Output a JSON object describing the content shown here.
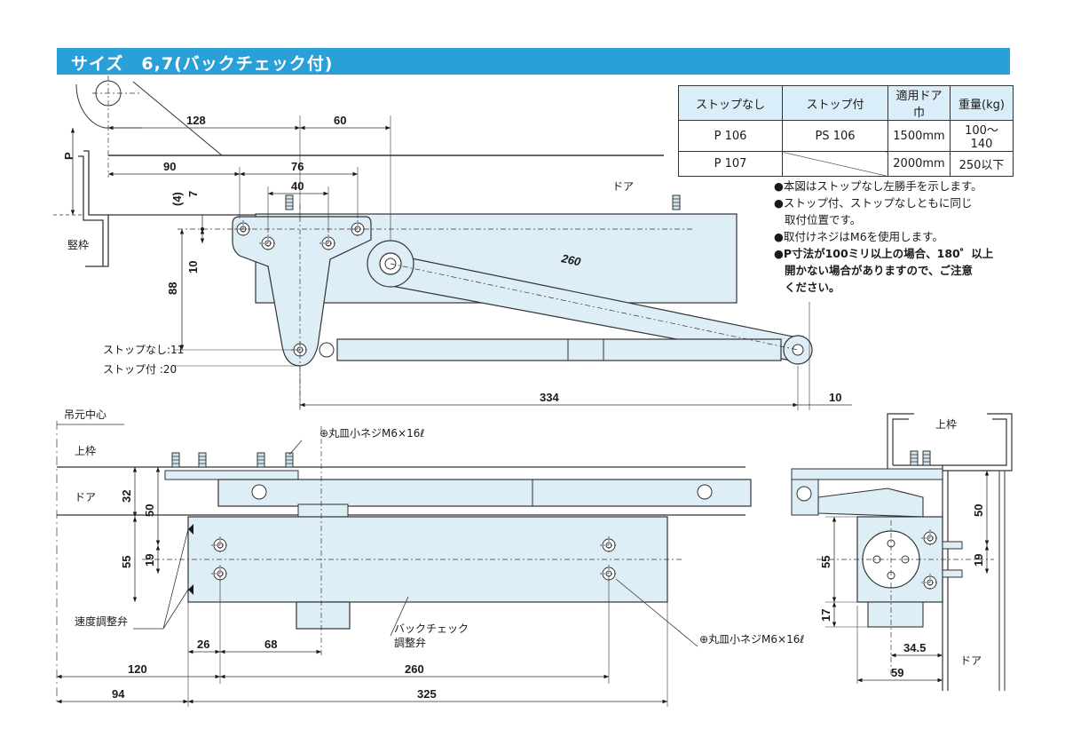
{
  "header": {
    "title": "サイズ　6,7(バックチェック付)"
  },
  "table": {
    "headers": [
      "ストップなし",
      "ストップ付",
      "適用ドア巾",
      "重量(kg)"
    ],
    "rows": [
      [
        "P 106",
        "PS 106",
        "1500mm",
        "100〜140"
      ],
      [
        "P 107",
        "",
        "2000mm",
        "250以下"
      ]
    ]
  },
  "notes": [
    "●本図はストップなし左勝手を示します。",
    "●ストップ付、ストップなしともに同じ",
    "取付位置です。",
    "●取付けネジはM6を使用します。",
    "●P寸法が100ミリ以上の場合、180゜以上",
    "開かない場合がありますので、ご注意",
    "ください。"
  ],
  "top_view": {
    "labels": {
      "door": "ドア",
      "frame": "竪枠",
      "p": "P",
      "stop_none": "ストップなし:11",
      "stop_with": "ストップ付 :20"
    },
    "dims": {
      "d128": "128",
      "d60": "60",
      "d90": "90",
      "d76": "76",
      "d40": "40",
      "d4": "(4)",
      "d7": "7",
      "d10": "10",
      "d88": "88",
      "d260": "260",
      "d334": "334",
      "d10b": "10"
    }
  },
  "front_view": {
    "labels": {
      "pivot_center": "吊元中心",
      "upper_frame": "上枠",
      "door": "ドア",
      "screw_top": "⊕丸皿小ネジM6×16ℓ",
      "screw_right": "⊕丸皿小ネジM6×16ℓ",
      "speed_valve": "速度調整弁",
      "bc_valve_1": "バックチェック",
      "bc_valve_2": "調整弁"
    },
    "dims": {
      "d32": "32",
      "d50": "50",
      "d55": "55",
      "d19": "19",
      "d26": "26",
      "d68": "68",
      "d120": "120",
      "d260": "260",
      "d94": "94",
      "d325": "325"
    }
  },
  "side_view": {
    "labels": {
      "upper_frame": "上枠",
      "door": "ドア"
    },
    "dims": {
      "d50": "50",
      "d19": "19",
      "d55": "55",
      "d17": "17",
      "d345": "34.5",
      "d59": "59"
    }
  }
}
